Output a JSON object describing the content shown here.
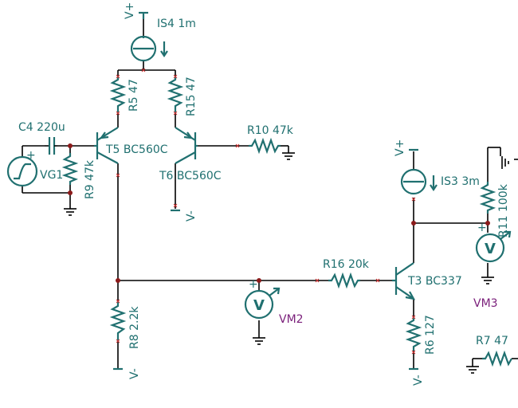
{
  "schematic": {
    "labels": {
      "vplus_top": "V+",
      "is4": "IS4 1m",
      "r5": "R5 47",
      "r15": "R15 47",
      "c4": "C4 220u",
      "vg1": "VG1",
      "r9": "R9 47k",
      "t5": "T5 BC560C",
      "t6": "T6 BC560C",
      "vminus_t6": "V-",
      "r10": "R10 47k",
      "r8": "R8 2.2k",
      "vminus_r8": "V-",
      "vm2": "VM2",
      "r16": "R16 20k",
      "t3": "T3 BC337",
      "r6": "R6 127",
      "vminus_r6": "V-",
      "vplus_is3": "V+",
      "is3": "IS3 3m",
      "r11": "R11 100k",
      "vm3": "VM3",
      "r7": "R7 47",
      "voltmeter_symbol": "V",
      "plus_sign": "+"
    }
  }
}
